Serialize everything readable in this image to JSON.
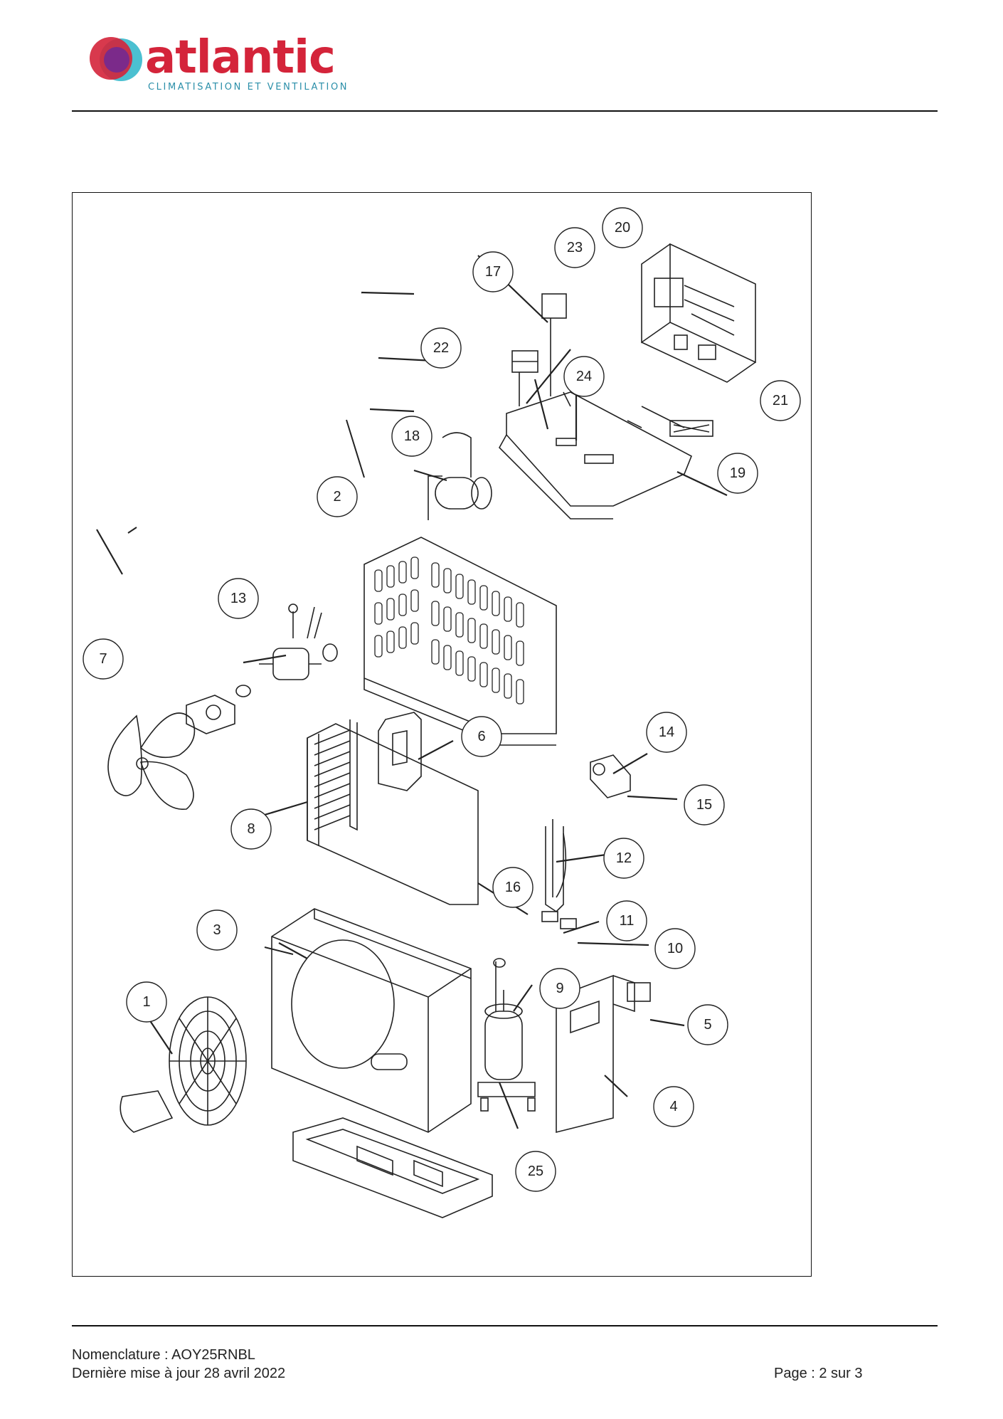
{
  "header": {
    "brand_name": "atlantic",
    "brand_tagline": "CLIMATISATION ET VENTILATION"
  },
  "diagram": {
    "callouts": [
      "1",
      "2",
      "3",
      "4",
      "5",
      "6",
      "7",
      "8",
      "9",
      "10",
      "11",
      "12",
      "13",
      "14",
      "15",
      "16",
      "17",
      "18",
      "19",
      "20",
      "21",
      "22",
      "23",
      "24",
      "25"
    ]
  },
  "footer": {
    "nomenclature": "Nomenclature : AOY25RNBL",
    "updated": "Dernière mise à jour 28 avril 2022",
    "page": "Page : 2 sur 3"
  },
  "colors": {
    "brand_red": "#d4243a",
    "brand_teal": "#2b8fa9",
    "brand_purple": "#7b2a8a"
  }
}
